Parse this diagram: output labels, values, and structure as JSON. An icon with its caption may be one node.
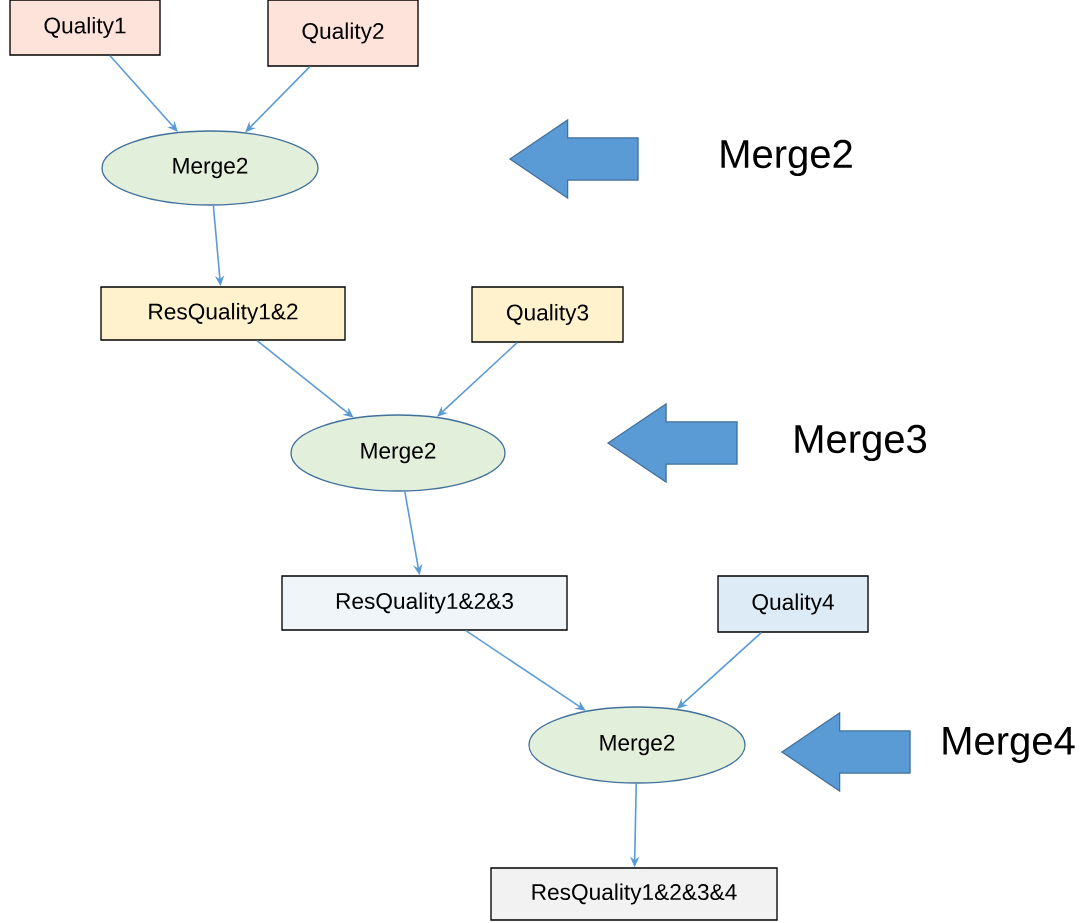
{
  "diagram": {
    "nodes": [
      {
        "text": [
          "Quality1"
        ]
      },
      {
        "text": [
          "Quality2"
        ]
      },
      {
        "text": [
          "Merge2"
        ]
      },
      {
        "text": [
          "ResQuality1&2"
        ]
      },
      {
        "text": [
          "Quality3"
        ]
      },
      {
        "text": [
          "Merge2"
        ]
      },
      {
        "text": [
          "ResQuality1&2&3"
        ]
      },
      {
        "text": [
          "Quality4"
        ]
      },
      {
        "text": [
          "Merge2"
        ]
      },
      {
        "text": [
          "ResQuality1&2&3&4"
        ]
      }
    ],
    "edges": [
      {
        "from": 0,
        "to": 2,
        "arrow": "to"
      },
      {
        "from": 1,
        "to": 2,
        "arrow": "to"
      },
      {
        "from": 2,
        "to": 3,
        "arrow": "to"
      },
      {
        "from": 3,
        "to": 5,
        "arrow": "to"
      },
      {
        "from": 4,
        "to": 5,
        "arrow": "to"
      },
      {
        "from": 5,
        "to": 6,
        "arrow": "to"
      },
      {
        "from": 6,
        "to": 8,
        "arrow": "to"
      },
      {
        "from": 7,
        "to": 8,
        "arrow": "to"
      },
      {
        "from": 8,
        "to": 9,
        "arrow": "to"
      }
    ],
    "labels": [
      "Merge2",
      "Merge3",
      "Merge4"
    ]
  }
}
